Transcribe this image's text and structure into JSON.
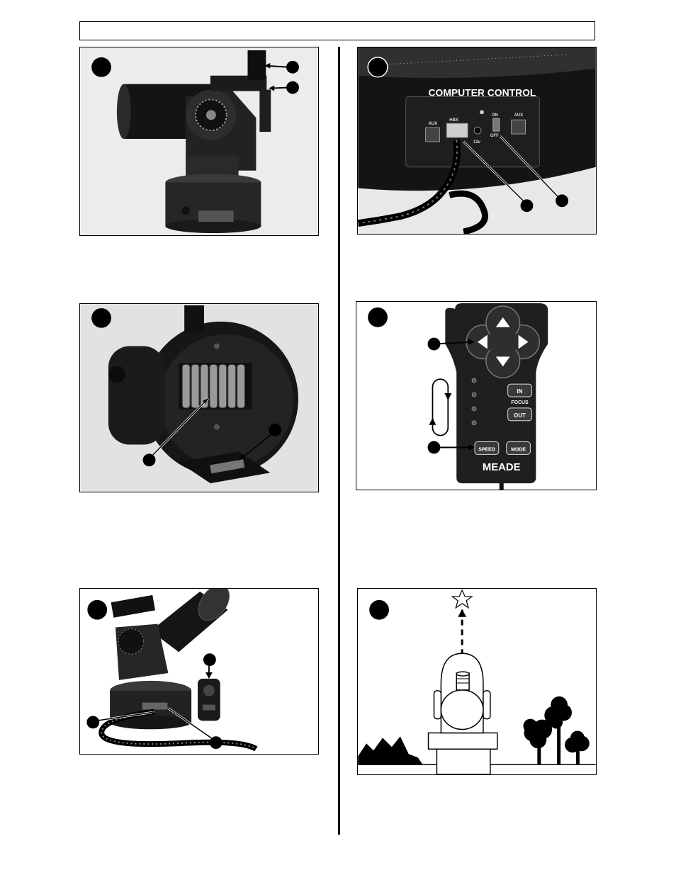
{
  "page": {
    "header_text": ""
  },
  "panel2": {
    "panel_title": "COMPUTER CONTROL",
    "port_aux_left": "AUX",
    "port_hbx": "HBX",
    "port_12v": "12v",
    "switch_on": "ON",
    "switch_off": "OFF",
    "port_aux_right": "AUX"
  },
  "panel4": {
    "focus_label": "FOCUS",
    "btn_in": "IN",
    "btn_out": "OUT",
    "btn_speed": "SPEED",
    "btn_mode": "MODE",
    "brand": "MEADE"
  },
  "colors": {
    "ink": "#000000",
    "paper": "#ffffff",
    "photo_bg": "#e6e6e6",
    "photo_dark": "#1a1a1a"
  }
}
